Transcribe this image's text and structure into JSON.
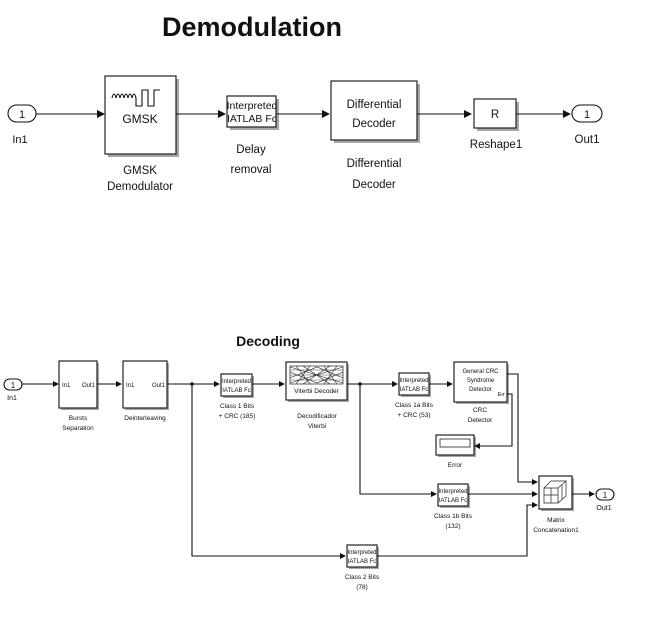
{
  "demod": {
    "title": "Demodulation",
    "in_port": "1",
    "in_label": "In1",
    "out_port": "1",
    "out_label": "Out1",
    "gmsk_block": "GMSK",
    "gmsk_label_1": "GMSK",
    "gmsk_label_2": "Demodulator",
    "delay_block_1": "Interpreted",
    "delay_block_2": "IATLAB Fc",
    "delay_label_1": "Delay",
    "delay_label_2": "removal",
    "diff_block_1": "Differential",
    "diff_block_2": "Decoder",
    "diff_label_1": "Differential",
    "diff_label_2": "Decoder",
    "reshape_block": "R",
    "reshape_label": "Reshape1"
  },
  "decoding": {
    "title": "Decoding",
    "in_port": "1",
    "in_label": "In1",
    "out_port": "1",
    "out_label": "Out1",
    "bursts_in": "In1",
    "bursts_out": "Out1",
    "bursts_label_1": "Bursts",
    "bursts_label_2": "Separation",
    "deint_in": "In1",
    "deint_out": "Out1",
    "deint_label": "Deinterleaving",
    "fcn1_1": "Interpreted",
    "fcn1_2": "IATLAB Fc",
    "fcn1_label_1": "Class 1 Bits",
    "fcn1_label_2": "+ CRC (185)",
    "viterbi_block": "Viterbi Decoder",
    "viterbi_label_1": "Decodificador",
    "viterbi_label_2": "Viterbi",
    "fcn2_1": "Interpreted",
    "fcn2_2": "IATLAB Fc",
    "fcn2_label_1": "Class 1a Bits",
    "fcn2_label_2": "+ CRC (53)",
    "crc_1": "General CRC",
    "crc_2": "Syndrome",
    "crc_3": "Detector",
    "crc_err": "Err",
    "crc_label_1": "CRC",
    "crc_label_2": "Detector",
    "error_label": "Error",
    "fcn3_1": "Interpreted",
    "fcn3_2": "IATLAB Fc",
    "fcn3_label_1": "Class 1b Bits",
    "fcn3_label_2": "(132)",
    "fcn4_1": "Interpreted",
    "fcn4_2": "IATLAB Fc",
    "fcn4_label_1": "Class 2 Bits",
    "fcn4_label_2": "(78)",
    "concat_label_1": "Matrix",
    "concat_label_2": "Concatenation1"
  }
}
